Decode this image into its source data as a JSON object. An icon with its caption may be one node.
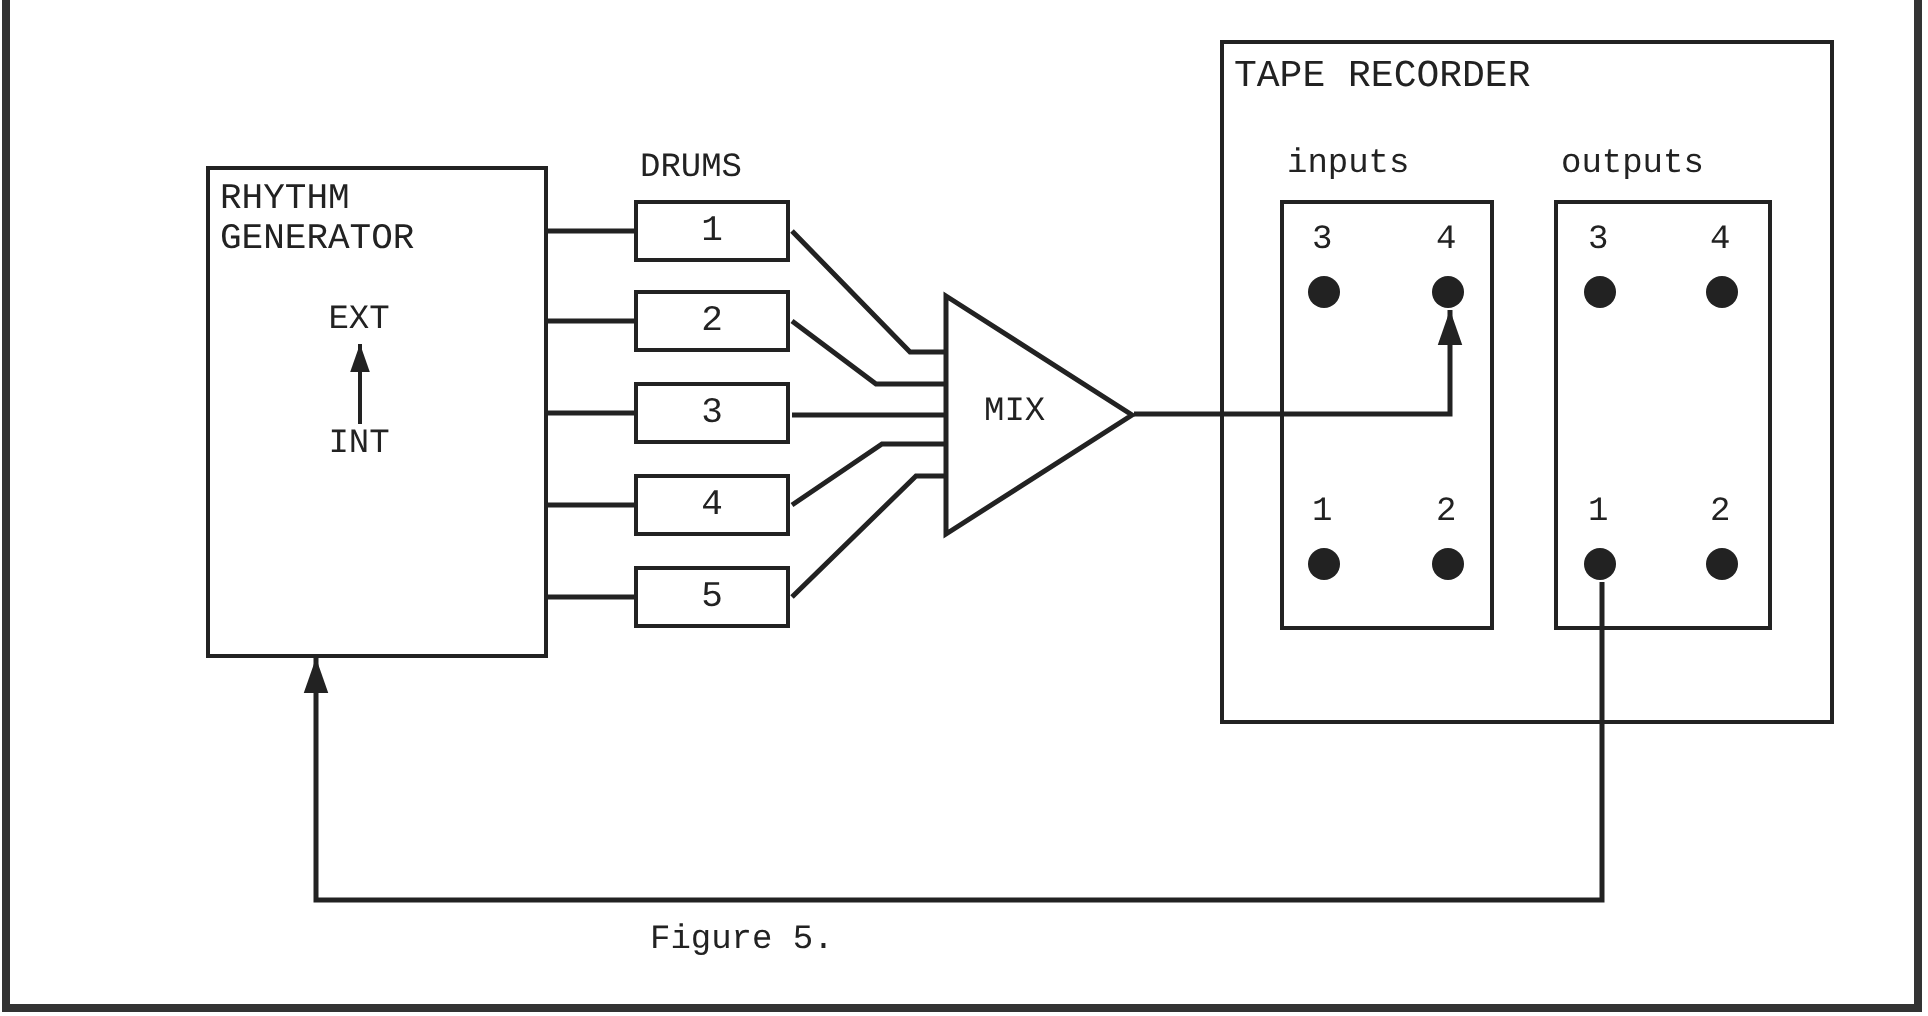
{
  "diagram": {
    "caption": "Figure 5.",
    "nodes": [
      {
        "text": [
          "RHYTHM GENERATOR"
        ]
      },
      {
        "text": [
          "EXT"
        ],
        "in": 0
      },
      {
        "text": [
          "INT"
        ],
        "in": 0
      },
      {
        "text": [
          "1"
        ]
      },
      {
        "text": [
          "2"
        ]
      },
      {
        "text": [
          "3"
        ]
      },
      {
        "text": [
          "4"
        ]
      },
      {
        "text": [
          "5"
        ]
      },
      {
        "text": [
          "MIX"
        ]
      },
      {
        "text": [
          "TAPE RECORDER"
        ]
      },
      {
        "text": [
          "inputs"
        ],
        "in": 9
      },
      {
        "text": [],
        "shape": "circle",
        "beside": [
          "3"
        ],
        "in": 10
      },
      {
        "text": [],
        "shape": "circle",
        "beside": [
          "4"
        ],
        "in": 10
      },
      {
        "text": [],
        "shape": "circle",
        "beside": [
          "1"
        ],
        "in": 10
      },
      {
        "text": [],
        "shape": "circle",
        "beside": [
          "2"
        ],
        "in": 10
      },
      {
        "text": [
          "outputs"
        ],
        "in": 9
      },
      {
        "text": [],
        "shape": "circle",
        "beside": [
          "3"
        ],
        "in": 15
      },
      {
        "text": [],
        "shape": "circle",
        "beside": [
          "4"
        ],
        "in": 15
      },
      {
        "text": [],
        "shape": "circle",
        "beside": [
          "1"
        ],
        "in": 15
      },
      {
        "text": [],
        "shape": "circle",
        "beside": [
          "2"
        ],
        "in": 15
      }
    ],
    "edges": [
      {
        "from": 2,
        "to": 1,
        "arrow": "to"
      },
      {
        "from": 0,
        "to": 3,
        "arrow": "none"
      },
      {
        "from": 0,
        "to": 4,
        "arrow": "none"
      },
      {
        "from": 0,
        "to": 5,
        "arrow": "none"
      },
      {
        "from": 0,
        "to": 6,
        "arrow": "none"
      },
      {
        "from": 0,
        "to": 7,
        "arrow": "none"
      },
      {
        "from": 3,
        "to": 8,
        "arrow": "none"
      },
      {
        "from": 4,
        "to": 8,
        "arrow": "none"
      },
      {
        "from": 5,
        "to": 8,
        "arrow": "none"
      },
      {
        "from": 6,
        "to": 8,
        "arrow": "none"
      },
      {
        "from": 7,
        "to": 8,
        "arrow": "none"
      },
      {
        "from": 8,
        "to": 12,
        "arrow": "to"
      },
      {
        "from": 18,
        "to": 0,
        "arrow": "to"
      }
    ],
    "labels": [
      "DRUMS"
    ]
  }
}
